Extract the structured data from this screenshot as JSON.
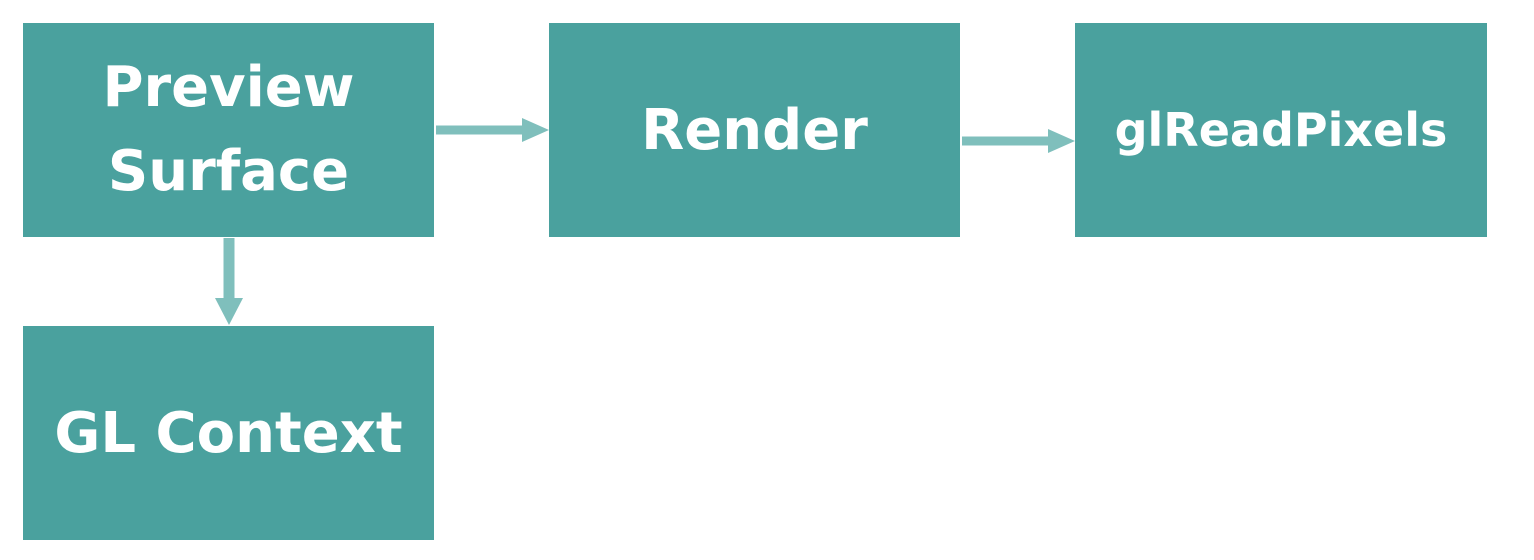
{
  "nodes": {
    "preview_surface": [
      "Preview",
      "Surface"
    ],
    "render": "Render",
    "gl_read_pixels": "glReadPixels",
    "gl_context": "GL Context"
  },
  "colors": {
    "node_fill": "#4aa19e",
    "node_text": "#ffffff",
    "arrow": "#7fbfbc"
  }
}
